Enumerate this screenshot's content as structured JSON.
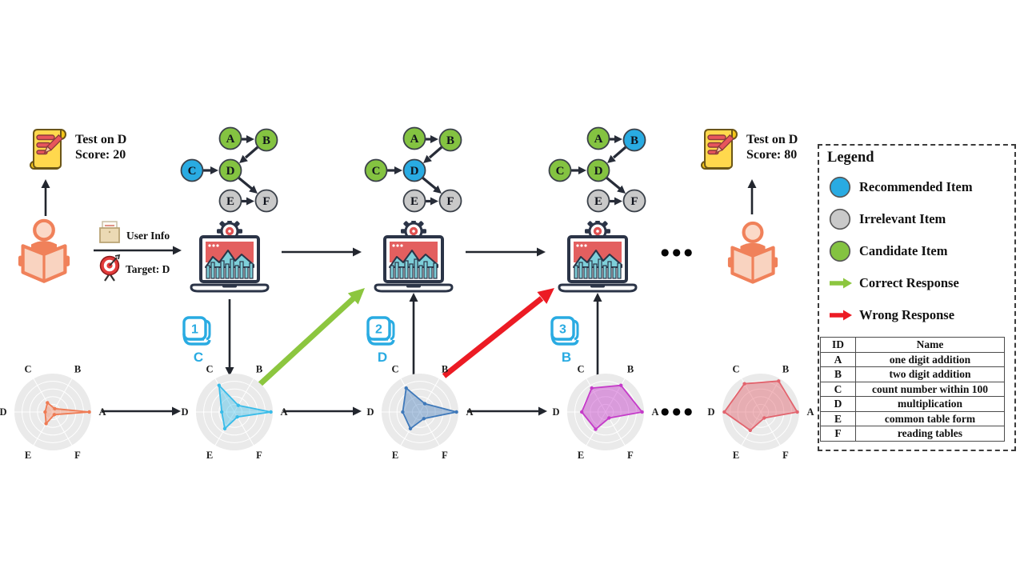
{
  "colors": {
    "candidate": "#84C341",
    "recommended": "#29ABE2",
    "irrelevant": "#C9C9C9",
    "correct_arrow": "#8CC63F",
    "wrong_arrow": "#EC1B24",
    "person": "#F0815A",
    "book": "#29ABE2"
  },
  "icons": [
    "test-scroll-icon",
    "student-reading-icon",
    "user-info-folder-icon",
    "target-icon",
    "recommender-laptop-icon",
    "gear-icon",
    "textbook-icon"
  ],
  "left_panel": {
    "test_line1": "Test on D",
    "test_line2": "Score: 20",
    "user_info_label": "User Info",
    "target_label": "Target: D"
  },
  "right_panel": {
    "test_line1": "Test on D",
    "test_line2": "Score: 80"
  },
  "graphs": [
    {
      "name": "step-1",
      "nodes": [
        {
          "label": "A",
          "color": "#84C341"
        },
        {
          "label": "B",
          "color": "#84C341"
        },
        {
          "label": "C",
          "color": "#29ABE2"
        },
        {
          "label": "D",
          "color": "#84C341"
        },
        {
          "label": "E",
          "color": "#C9C9C9"
        },
        {
          "label": "F",
          "color": "#C9C9C9"
        }
      ]
    },
    {
      "name": "step-2",
      "nodes": [
        {
          "label": "A",
          "color": "#84C341"
        },
        {
          "label": "B",
          "color": "#84C341"
        },
        {
          "label": "C",
          "color": "#84C341"
        },
        {
          "label": "D",
          "color": "#29ABE2"
        },
        {
          "label": "E",
          "color": "#C9C9C9"
        },
        {
          "label": "F",
          "color": "#C9C9C9"
        }
      ]
    },
    {
      "name": "step-3",
      "nodes": [
        {
          "label": "A",
          "color": "#84C341"
        },
        {
          "label": "B",
          "color": "#29ABE2"
        },
        {
          "label": "C",
          "color": "#84C341"
        },
        {
          "label": "D",
          "color": "#84C341"
        },
        {
          "label": "E",
          "color": "#C9C9C9"
        },
        {
          "label": "F",
          "color": "#C9C9C9"
        }
      ]
    }
  ],
  "books": [
    {
      "number": "1",
      "letter": "C"
    },
    {
      "number": "2",
      "letter": "D"
    },
    {
      "number": "3",
      "letter": "B"
    }
  ],
  "ellipsis": "●●●",
  "legend": {
    "title": "Legend",
    "items": [
      {
        "swatch": "circle",
        "color": "#29ABE2",
        "label": "Recommended Item"
      },
      {
        "swatch": "circle",
        "color": "#C9C9C9",
        "label": "Irrelevant Item"
      },
      {
        "swatch": "circle",
        "color": "#84C341",
        "label": "Candidate Item"
      },
      {
        "swatch": "arrow",
        "color": "#8CC63F",
        "label": "Correct Response"
      },
      {
        "swatch": "arrow",
        "color": "#EC1B24",
        "label": "Wrong Response"
      }
    ]
  },
  "skill_table": {
    "headers": [
      "ID",
      "Name"
    ],
    "rows": [
      [
        "A",
        "one digit addition"
      ],
      [
        "B",
        "two digit addition"
      ],
      [
        "C",
        "count number within 100"
      ],
      [
        "D",
        "multiplication"
      ],
      [
        "E",
        "common table form"
      ],
      [
        "F",
        "reading tables"
      ]
    ]
  },
  "chart_data": [
    {
      "type": "radar",
      "name": "knowledge-state-initial",
      "axes": [
        "A",
        "B",
        "C",
        "D",
        "E",
        "F"
      ],
      "values": [
        0.95,
        0.1,
        0.28,
        0.2,
        0.35,
        0.08
      ],
      "color": "#EF7B54",
      "fill_opacity": 0.4,
      "range": [
        0,
        1
      ]
    },
    {
      "type": "radar",
      "name": "knowledge-state-step1",
      "axes": [
        "A",
        "B",
        "C",
        "D",
        "E",
        "F"
      ],
      "values": [
        0.95,
        0.2,
        0.8,
        0.33,
        0.5,
        0.15
      ],
      "color": "#38BCE9",
      "fill_opacity": 0.4,
      "range": [
        0,
        1
      ]
    },
    {
      "type": "radar",
      "name": "knowledge-state-step2",
      "axes": [
        "A",
        "B",
        "C",
        "D",
        "E",
        "F"
      ],
      "values": [
        0.95,
        0.25,
        0.72,
        0.45,
        0.5,
        0.2
      ],
      "color": "#3F79BA",
      "fill_opacity": 0.4,
      "range": [
        0,
        1
      ]
    },
    {
      "type": "radar",
      "name": "knowledge-state-step3",
      "axes": [
        "A",
        "B",
        "C",
        "D",
        "E",
        "F"
      ],
      "values": [
        0.95,
        0.8,
        0.72,
        0.62,
        0.52,
        0.18
      ],
      "color": "#C53BC9",
      "fill_opacity": 0.45,
      "range": [
        0,
        1
      ]
    },
    {
      "type": "radar",
      "name": "knowledge-state-final",
      "axes": [
        "A",
        "B",
        "C",
        "D",
        "E",
        "F"
      ],
      "values": [
        0.95,
        0.93,
        0.85,
        0.95,
        0.55,
        0.18
      ],
      "color": "#E2646E",
      "fill_opacity": 0.45,
      "range": [
        0,
        1
      ]
    }
  ]
}
